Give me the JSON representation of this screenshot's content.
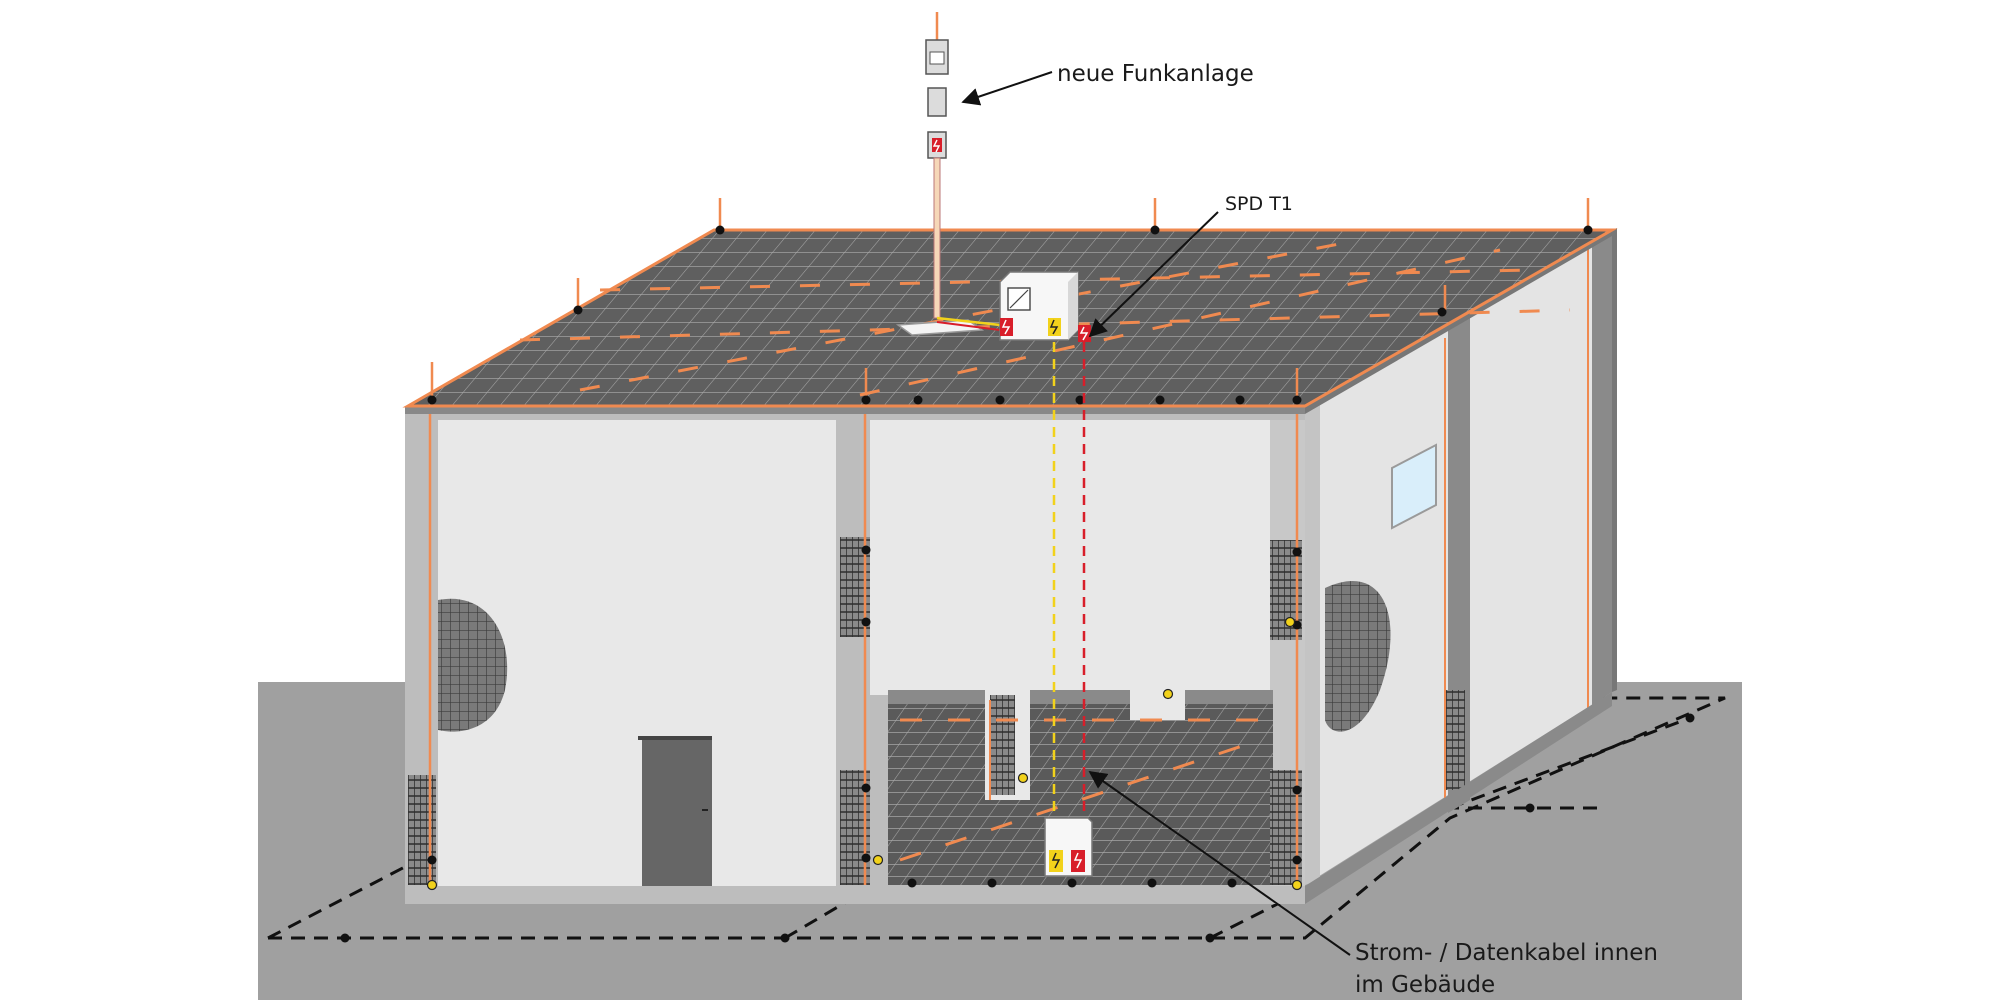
{
  "labels": {
    "radio": "neue Funkanlage",
    "spd": "SPD T1",
    "cable_line1": "Strom- / Datenkabel innen",
    "cable_line2": "im Gebäude"
  },
  "colors": {
    "ground": "#a0a0a0",
    "wall": "#e8e8e8",
    "frame": "#bdbdbd",
    "mesh": "#5f5f5f",
    "conductor": "#f08a50",
    "spd_red": "#d81e2a",
    "data_yellow": "#f2d21b",
    "door": "#666666"
  },
  "icons": [
    "lightning-arrester-icon",
    "converter-box-icon",
    "antenna-icon"
  ]
}
